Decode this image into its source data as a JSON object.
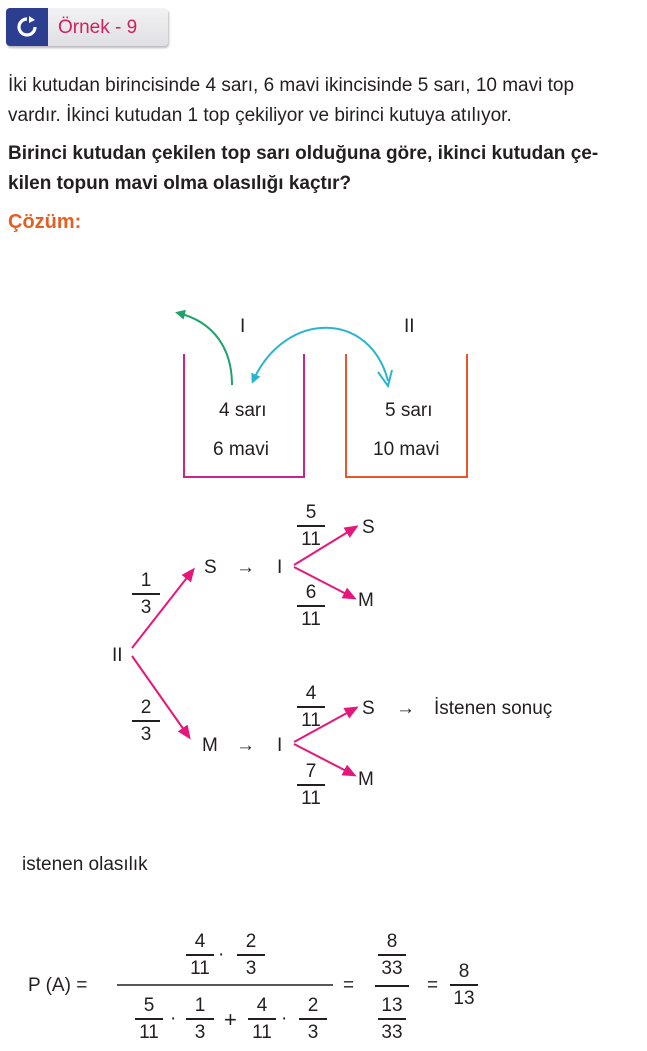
{
  "example": {
    "title": "Örnek - 9",
    "icon": "refresh-icon"
  },
  "problem": {
    "line1": "İki kutudan birincisinde 4 sarı, 6 mavi ikincisinde 5 sarı, 10 mavi top",
    "line2": "vardır. İkinci kutudan 1 top çekiliyor ve birinci kutuya atılıyor.",
    "question_line1": "Birinci kutudan çekilen top sarı olduğuna göre, ikinci kutudan çe-",
    "question_line2": "kilen topun mavi olma olasılığı kaçtır?"
  },
  "solution": {
    "label": "Çözüm:"
  },
  "boxes": {
    "box1": {
      "label": "I",
      "yellow": "4 sarı",
      "blue": "6 mavi"
    },
    "box2": {
      "label": "II",
      "yellow": "5 sarı",
      "blue": "10 mavi"
    }
  },
  "tree": {
    "root": "II",
    "branch_s": {
      "num": "1",
      "den": "3",
      "node": "S",
      "arrow": "→",
      "box": "I",
      "to_s": {
        "num": "5",
        "den": "11",
        "label": "S"
      },
      "to_m": {
        "num": "6",
        "den": "11",
        "label": "M"
      }
    },
    "branch_m": {
      "num": "2",
      "den": "3",
      "node": "M",
      "arrow": "→",
      "box": "I",
      "to_s": {
        "num": "4",
        "den": "11",
        "label": "S",
        "arrow": "→",
        "note": "İstenen sonuç"
      },
      "to_m": {
        "num": "7",
        "den": "11",
        "label": "M"
      }
    }
  },
  "answer": {
    "caption": "istenen olasılık",
    "lhs": "P (A) =",
    "dot": "·",
    "plus": "+",
    "eq": "=",
    "top_f1": {
      "num": "4",
      "den": "11"
    },
    "top_f2": {
      "num": "2",
      "den": "3"
    },
    "bot_f1": {
      "num": "5",
      "den": "11"
    },
    "bot_f2": {
      "num": "1",
      "den": "3"
    },
    "bot_f3": {
      "num": "4",
      "den": "11"
    },
    "bot_f4": {
      "num": "2",
      "den": "3"
    },
    "mid_top": {
      "num": "8",
      "den": "33"
    },
    "mid_bot": {
      "num": "13",
      "den": "33"
    },
    "result": {
      "num": "8",
      "den": "13"
    }
  },
  "colors": {
    "box1": "#c8238a",
    "box2": "#e8572a",
    "arrow_green": "#1fa36b",
    "arrow_blue": "#2bb4cf",
    "tree": "#e5177b"
  }
}
